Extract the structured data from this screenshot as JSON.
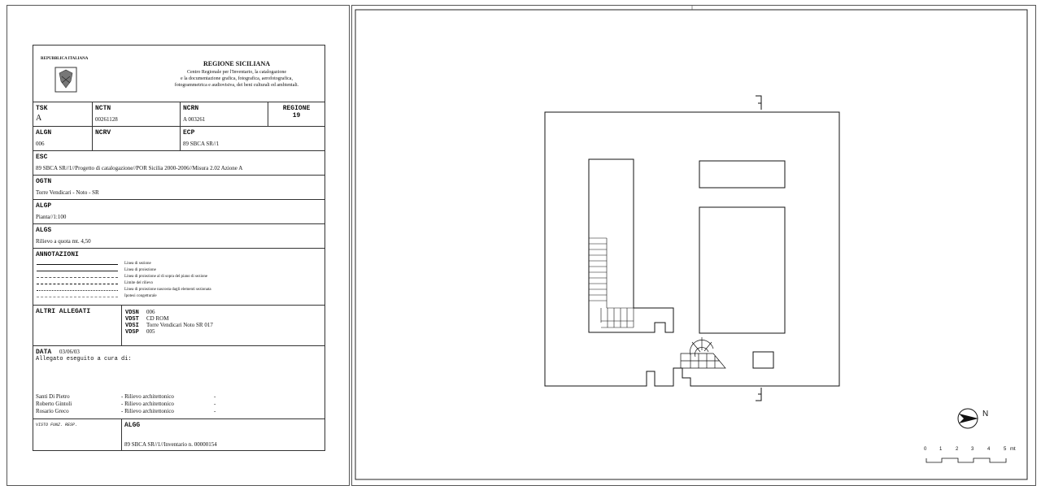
{
  "header": {
    "republic": "REPUBBLICA ITALIANA",
    "title": "REGIONE SICILIANA",
    "subtitle_lines": [
      "Centro Regionale per l'Inventario, la catalogazione",
      "e la documentazione grafica, fotografica, aerofotografica,",
      "fotogrammetrica e audiovisiva, dei beni culturali ed ambientali."
    ]
  },
  "fields": {
    "tsk": {
      "label": "TSK",
      "value": "A"
    },
    "nctn": {
      "label": "NCTN",
      "value": "00261128"
    },
    "ncrn": {
      "label": "NCRN",
      "value": "A 003261"
    },
    "regione": {
      "label": "REGIONE",
      "value": "19"
    },
    "algn": {
      "label": "ALGN",
      "value": "006"
    },
    "ncrv": {
      "label": "NCRV",
      "value": ""
    },
    "ecp": {
      "label": "ECP",
      "value": "89 SBCA SR//1"
    },
    "esc": {
      "label": "ESC",
      "value": "89 SBCA SR//1//Progetto di catalogazione//POR Sicilia 2000-2006//Misura 2.02 Azione A"
    },
    "ogtn": {
      "label": "OGTN",
      "value": "Torre Vendicari - Noto - SR"
    },
    "algp": {
      "label": "ALGP",
      "value": "Pianta//1:100"
    },
    "algs": {
      "label": "ALGS",
      "value": "Rilievo a quota mt. 4,50"
    }
  },
  "annotazioni": {
    "label": "ANNOTAZIONI",
    "items": [
      "Linea di sezione",
      "Linea di proiezione",
      "Linea di proiezione al di sopra del piano di sezione",
      "Limite del rilievo",
      "Linea di proiezione nascosta dagli elementi sezionata",
      "Ipotesi congetturale"
    ]
  },
  "allegati": {
    "label": "ALTRI ALLEGATI",
    "rows": [
      {
        "key": "VDSN",
        "value": "006"
      },
      {
        "key": "VDST",
        "value": "CD ROM"
      },
      {
        "key": "VDSI",
        "value": "Torre Vendicari Noto SR 017"
      },
      {
        "key": "VDSP",
        "value": "005"
      }
    ]
  },
  "data": {
    "label": "DATA",
    "date": "03/06/03",
    "eseguito": "Allegato eseguito a cura di:",
    "people": [
      {
        "name": "Santi Di Pietro",
        "role": "- Rilievo architettonico",
        "dash": "-"
      },
      {
        "name": "Roberto Gintoli",
        "role": "- Rilievo architettonico",
        "dash": "-"
      },
      {
        "name": "Rosario Greco",
        "role": "- Rilievo architettonico",
        "dash": "-"
      }
    ]
  },
  "footer": {
    "visto": "VISTO FUNZ. RESP.",
    "algg_label": "ALGG",
    "algg_value": "89 SBCA SR//1//Inventario n. 00000154"
  },
  "drawing": {
    "north_label": "N",
    "scale_labels": [
      "0",
      "1",
      "2",
      "3",
      "4",
      "5"
    ],
    "scale_unit": "mt"
  }
}
